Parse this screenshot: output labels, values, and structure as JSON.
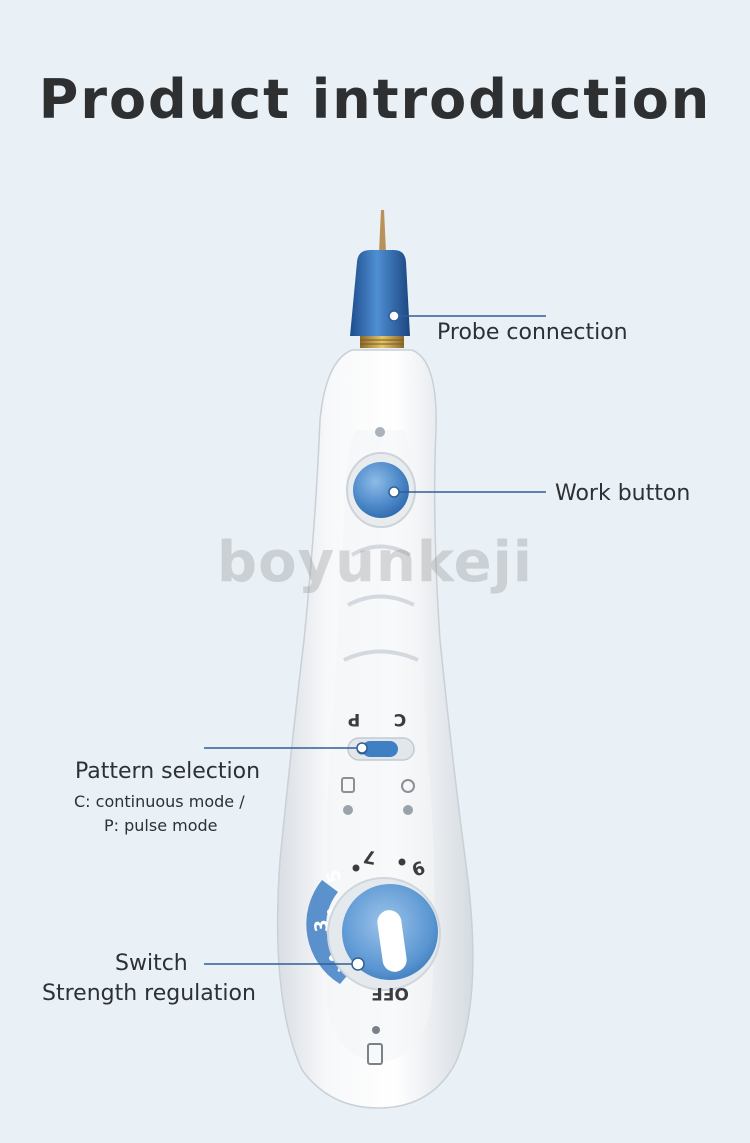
{
  "title": "Product introduction",
  "watermark": "boyunkeji",
  "device_markings": {
    "mode_c": "C",
    "mode_p": "P",
    "dial_off": "OFF",
    "dial_numbers": [
      "1",
      "3",
      "5",
      "7",
      "9"
    ]
  },
  "callouts": {
    "probe": "Probe connection",
    "work_button": "Work button",
    "pattern_title": "Pattern selection",
    "pattern_line1": "C: continuous mode /",
    "pattern_line2": "P: pulse mode",
    "switch_line1": "Switch",
    "switch_line2": "Strength regulation"
  },
  "colors": {
    "background": "#e9f0f6",
    "accent_blue": "#3f7fc4",
    "body_white": "#f4f6f8",
    "leader_line": "#2f5f95"
  }
}
